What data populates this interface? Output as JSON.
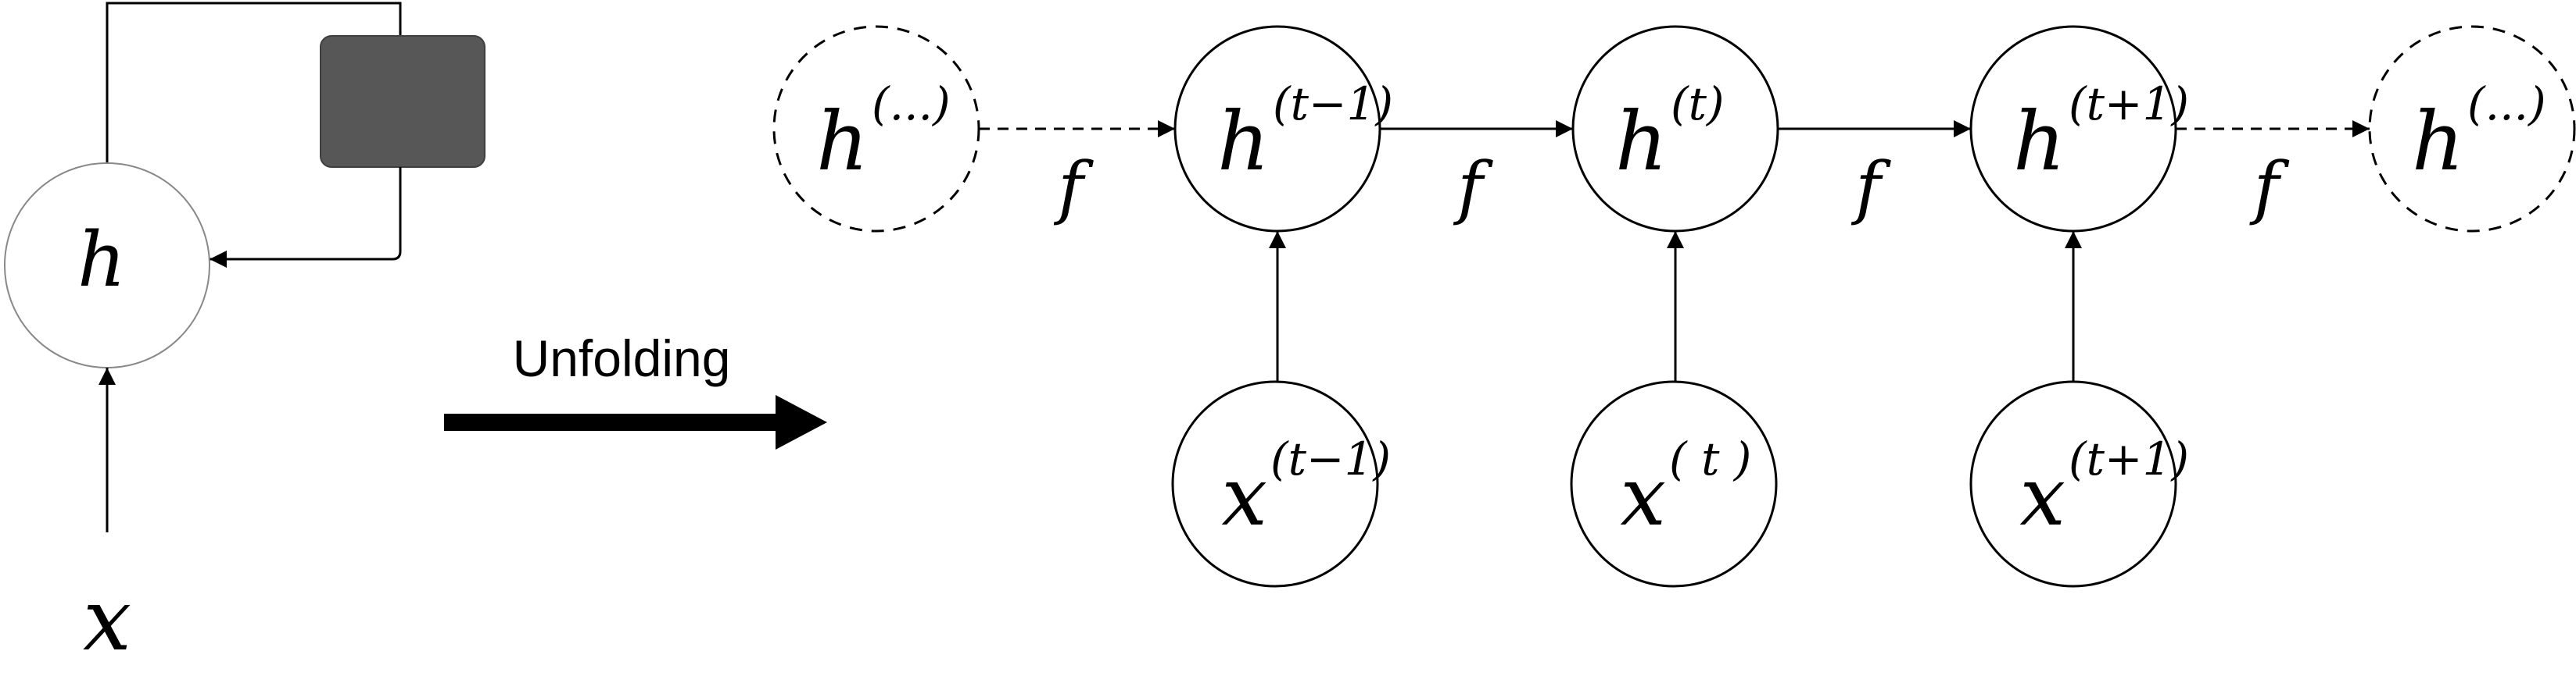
{
  "folded": {
    "state_symbol": "h",
    "input_symbol": "x",
    "delay_block": "",
    "colors": {
      "node_stroke": "#888888",
      "delay_fill": "#575757",
      "line": "#000000"
    }
  },
  "unfold": {
    "label": "Unfolding",
    "arrow_color": "#000000"
  },
  "unfolded": {
    "hidden_nodes": [
      {
        "base": "h",
        "sup": "(...)",
        "dashed": true
      },
      {
        "base": "h",
        "sup": "(t−1)",
        "dashed": false
      },
      {
        "base": "h",
        "sup": "(t)",
        "dashed": false
      },
      {
        "base": "h",
        "sup": "(t+1)",
        "dashed": false
      },
      {
        "base": "h",
        "sup": "(...)",
        "dashed": true
      }
    ],
    "input_nodes": [
      {
        "base": "x",
        "sup": "(t−1)"
      },
      {
        "base": "x",
        "sup": "( t )"
      },
      {
        "base": "x",
        "sup": "(t+1)"
      }
    ],
    "transition_label": "f",
    "transitions": [
      {
        "from": 0,
        "to": 1,
        "dashed": true
      },
      {
        "from": 1,
        "to": 2,
        "dashed": false
      },
      {
        "from": 2,
        "to": 3,
        "dashed": false
      },
      {
        "from": 3,
        "to": 4,
        "dashed": true
      }
    ],
    "colors": {
      "node_stroke": "#000000",
      "line": "#000000"
    }
  }
}
